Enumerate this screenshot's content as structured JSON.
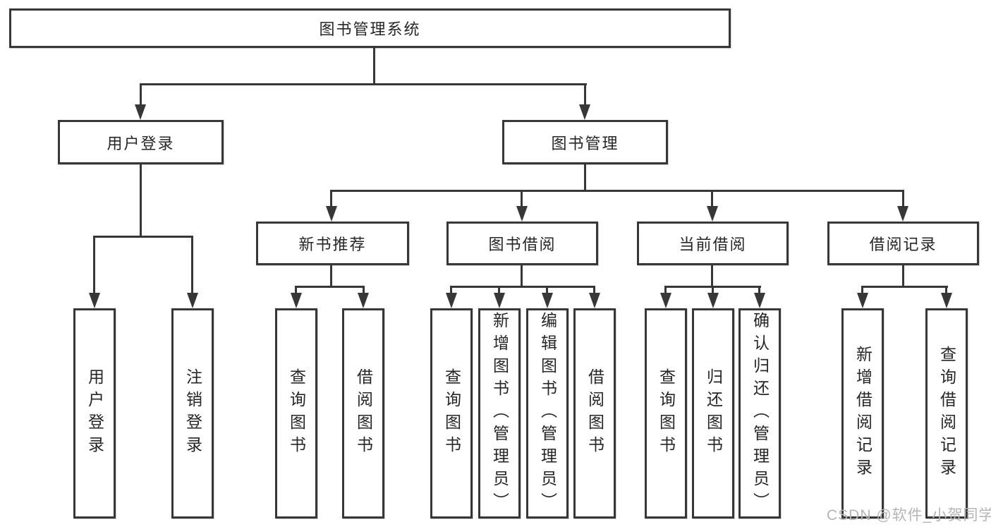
{
  "diagram": {
    "title": "图书管理系统",
    "branches": {
      "user_login": {
        "label": "用户登录",
        "children": [
          "用户登录",
          "注销登录"
        ]
      },
      "book_management": {
        "label": "图书管理"
      }
    },
    "modules": [
      {
        "label": "新书推荐",
        "children": [
          "查询图书",
          "借阅图书"
        ]
      },
      {
        "label": "图书借阅",
        "children": [
          "查询图书",
          "新增图书（管理员）",
          "编辑图书（管理员）",
          "借阅图书"
        ]
      },
      {
        "label": "当前借阅",
        "children": [
          "查询图书",
          "归还图书",
          "确认归还（管理员）"
        ]
      },
      {
        "label": "借阅记录",
        "children": [
          "新增借阅记录",
          "查询借阅记录"
        ]
      }
    ],
    "watermark": "CSDN @软件_小贺同学",
    "colors": {
      "line": "#373737",
      "border": "#373737",
      "text": "#262626",
      "background": "#ffffff",
      "watermark": "#b5b5b5"
    }
  }
}
